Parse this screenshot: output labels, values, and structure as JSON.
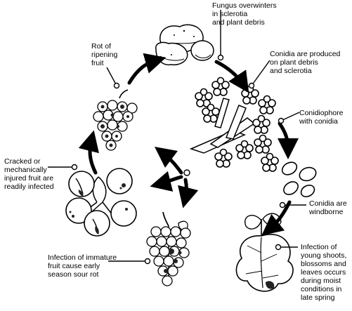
{
  "labels": {
    "fungus_overwinters": "Fungus overwinters\nin sclerotia\nand plant debris",
    "conidia_produced": "Conidia are produced\non plant debris\nand sclerotia",
    "conidiophore": "Conidiophore\nwith conidia",
    "conidia_windborne": "Conidia are\nwindborne",
    "infection_shoots": "Infection of\nyoung shoots,\nblossoms and\nleaves occurs\nduring moist\nconditions in\nlate spring",
    "infection_immature": "Infection of immature\nfruit cause early\nseason sour rot",
    "cracked_fruit": "Cracked or\nmechanically\ninjured fruit are\nreadily infected",
    "rot_ripening": "Rot of\nripening\nfruit"
  },
  "colors": {
    "ink": "#000000",
    "paper": "#ffffff",
    "lesion": "#222222"
  }
}
